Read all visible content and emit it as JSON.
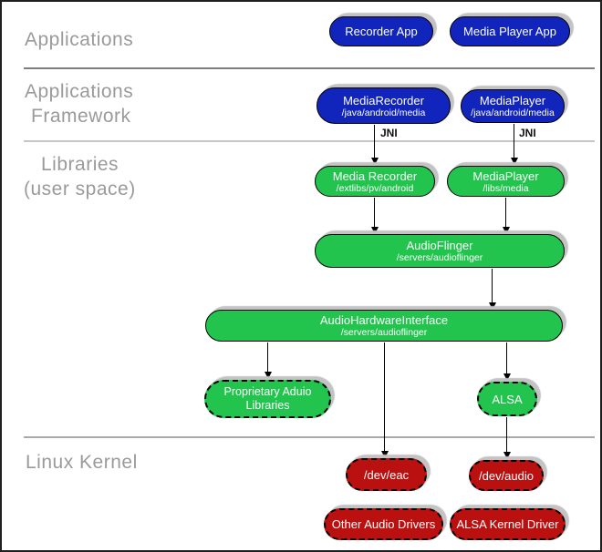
{
  "sections": {
    "applications": "Applications",
    "framework": [
      "Applications",
      "Framework"
    ],
    "libraries": [
      "Libraries",
      "(user space)"
    ],
    "kernel": "Linux Kernel"
  },
  "labels": {
    "jni": "JNI"
  },
  "nodes": {
    "recorder_app": {
      "title": "Recorder App"
    },
    "media_player_app": {
      "title": "Media Player App"
    },
    "media_recorder_framework": {
      "title": "MediaRecorder",
      "path": "/java/android/media"
    },
    "media_player_framework": {
      "title": "MediaPlayer",
      "path": "/java/android/media"
    },
    "media_recorder_library": {
      "title": "Media Recorder",
      "path": "/extlibs/pv/android"
    },
    "media_player_library": {
      "title": "MediaPlayer",
      "path": "/libs/media"
    },
    "audioflinger": {
      "title": "AudioFlinger",
      "path": "/servers/audioflinger"
    },
    "audio_hardware_interface": {
      "title": "AudioHardwareInterface",
      "path": "/servers/audioflinger"
    },
    "proprietary_audio_libraries": {
      "title": "Proprietary Aduio",
      "title2": "Libraries"
    },
    "alsa": {
      "title": "ALSA"
    },
    "dev_eac": {
      "title": "/dev/eac"
    },
    "dev_audio": {
      "title": "/dev/audio"
    },
    "other_audio_drivers": {
      "title": "Other Audio Drivers"
    },
    "alsa_kernel_driver": {
      "title": "ALSA Kernel Driver"
    }
  },
  "edges": [
    {
      "from": "media_recorder_framework",
      "to": "media_recorder_library",
      "label": "JNI"
    },
    {
      "from": "media_player_framework",
      "to": "media_player_library",
      "label": "JNI"
    },
    {
      "from": "media_recorder_library",
      "to": "audioflinger",
      "label": ""
    },
    {
      "from": "media_player_library",
      "to": "audioflinger",
      "label": ""
    },
    {
      "from": "audioflinger",
      "to": "audio_hardware_interface",
      "label": ""
    },
    {
      "from": "audio_hardware_interface",
      "to": "proprietary_audio_libraries",
      "label": ""
    },
    {
      "from": "audio_hardware_interface",
      "to": "dev_eac",
      "label": ""
    },
    {
      "from": "audio_hardware_interface",
      "to": "alsa",
      "label": ""
    },
    {
      "from": "alsa",
      "to": "dev_audio",
      "label": ""
    }
  ],
  "colors": {
    "app_blue": "#1124bb",
    "lib_green": "#22c44e",
    "kernel_red": "#bb1010",
    "shadow_gray": "#c3c3c3",
    "section_label_gray": "#9a9a9a"
  }
}
